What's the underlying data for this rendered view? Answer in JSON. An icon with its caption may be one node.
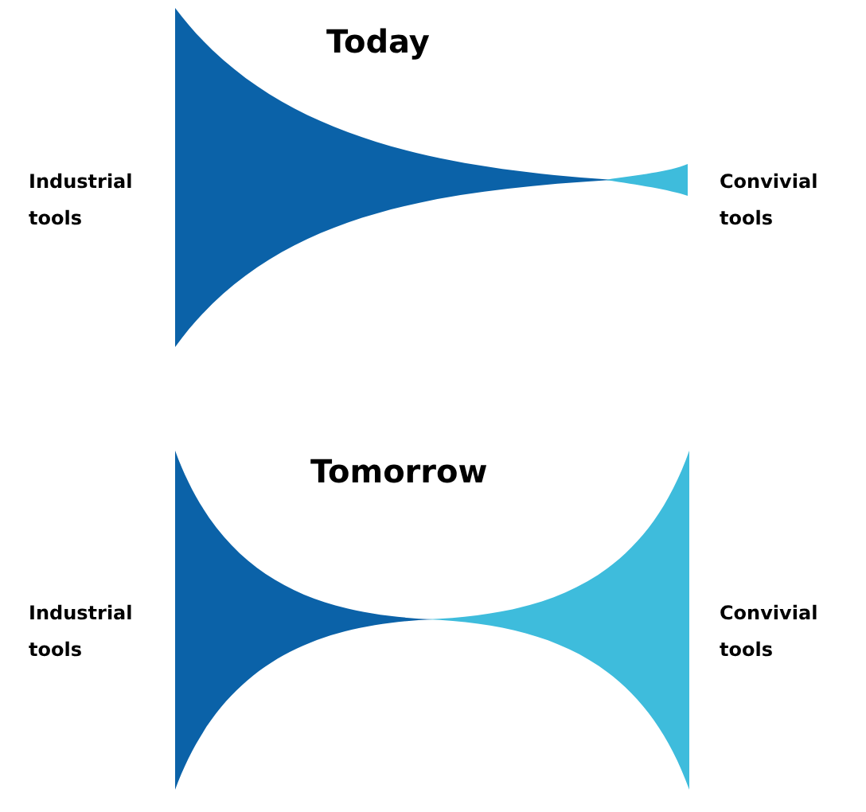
{
  "diagram": {
    "labels": [
      "Today",
      "Industrial tools",
      "Convivial tools",
      "Tomorrow",
      "Industrial tools",
      "Convivial tools"
    ]
  }
}
